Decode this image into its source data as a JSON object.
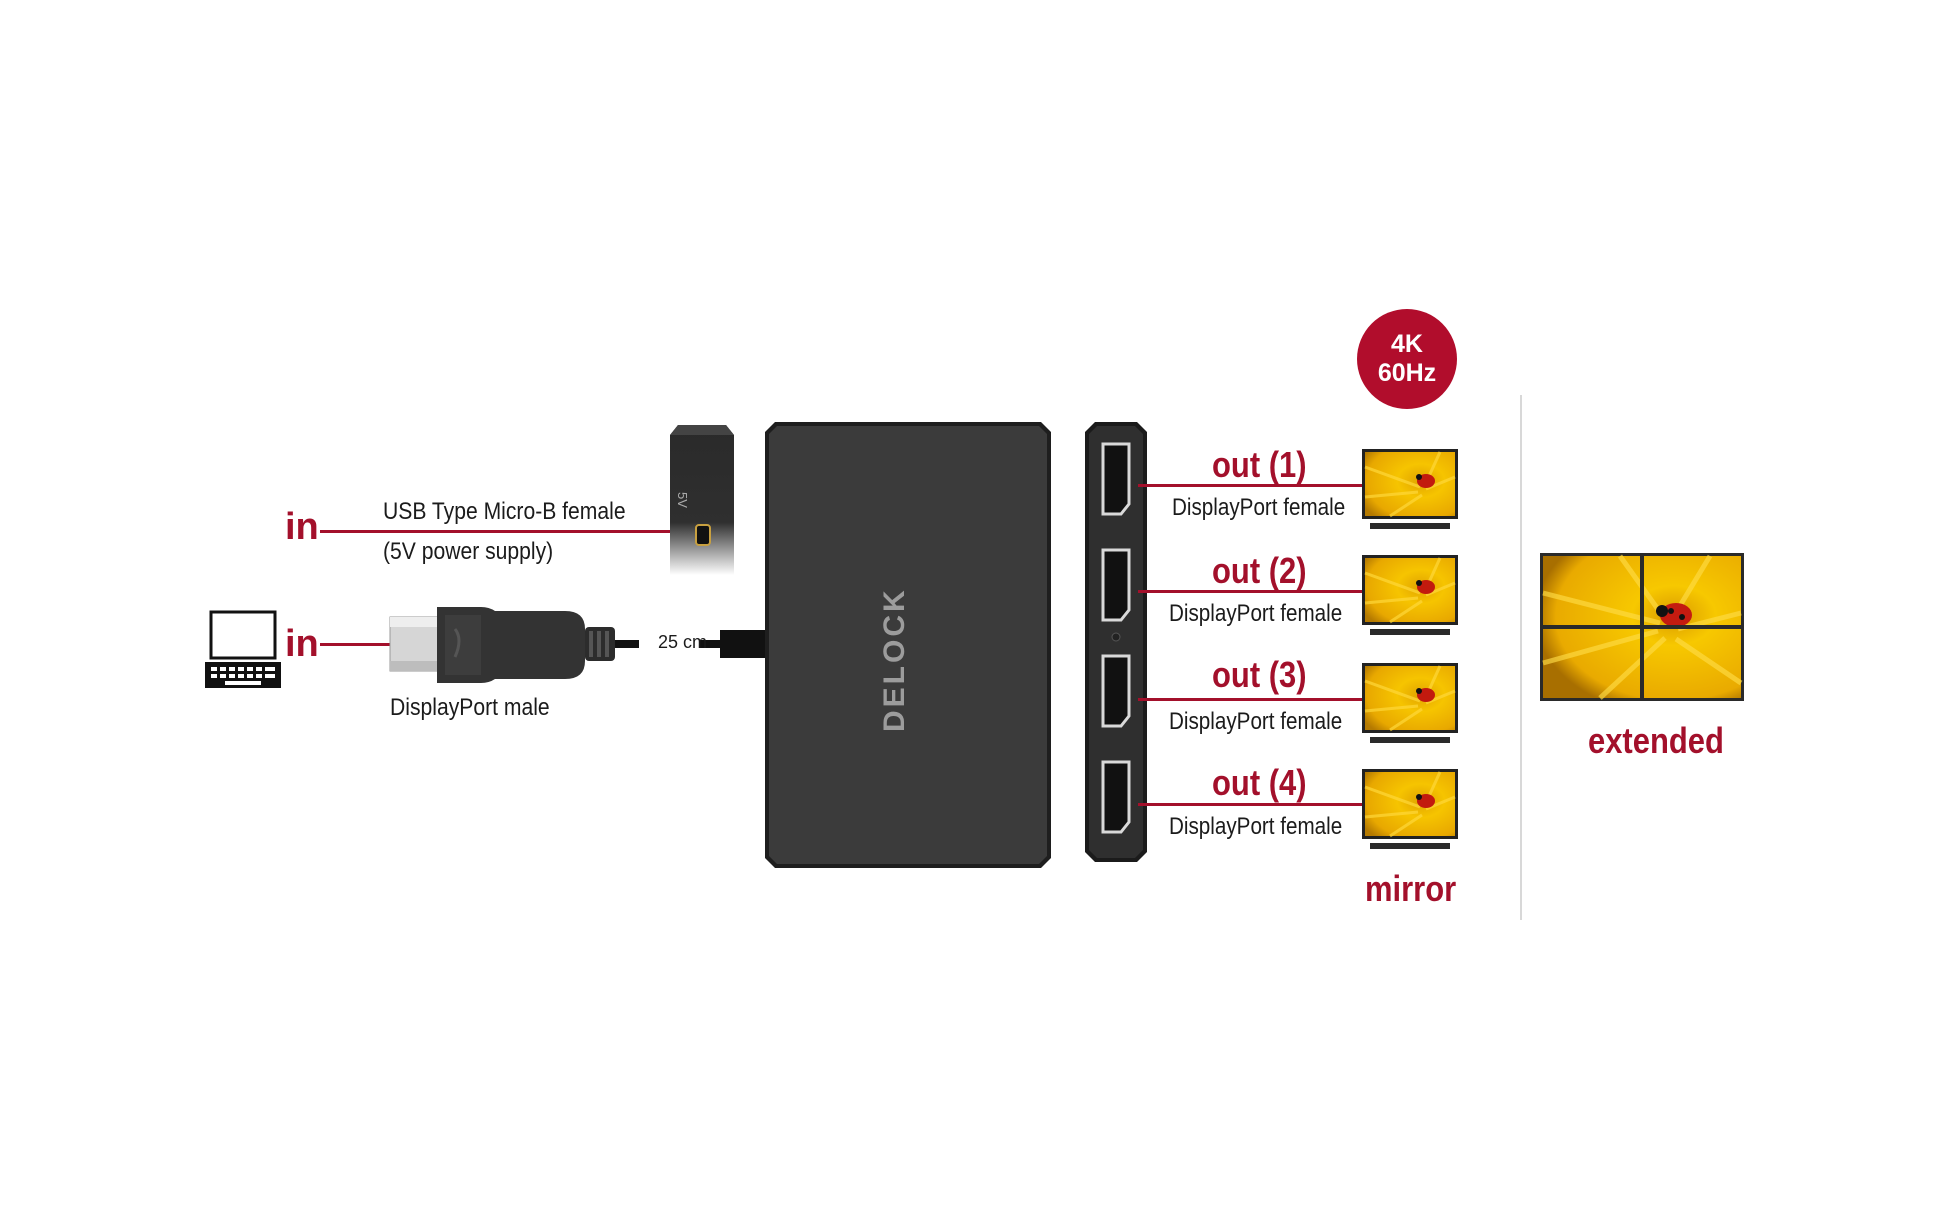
{
  "badge": {
    "line1": "4K",
    "line2": "60Hz"
  },
  "inputs": {
    "power_in_label": "in",
    "video_in_label": "in",
    "usb_label_line1": "USB Type Micro-B female",
    "usb_label_line2": "(5V power supply)",
    "dp_male_label": "DisplayPort male",
    "cable_length": "25 cm",
    "port_marking": "5V"
  },
  "brand": "DELOCK",
  "outputs": [
    {
      "title": "out (1)",
      "desc": "DisplayPort female"
    },
    {
      "title": "out (2)",
      "desc": "DisplayPort female"
    },
    {
      "title": "out (3)",
      "desc": "DisplayPort female"
    },
    {
      "title": "out (4)",
      "desc": "DisplayPort female"
    }
  ],
  "modes": {
    "mirror": "mirror",
    "extended": "extended"
  },
  "colors": {
    "accent": "#a3102b",
    "device": "#3a3a3a",
    "device_edge": "#1c1c1c"
  },
  "icons": [
    "laptop-icon",
    "monitor-icon",
    "displayport-connector-icon",
    "micro-usb-port-icon"
  ]
}
